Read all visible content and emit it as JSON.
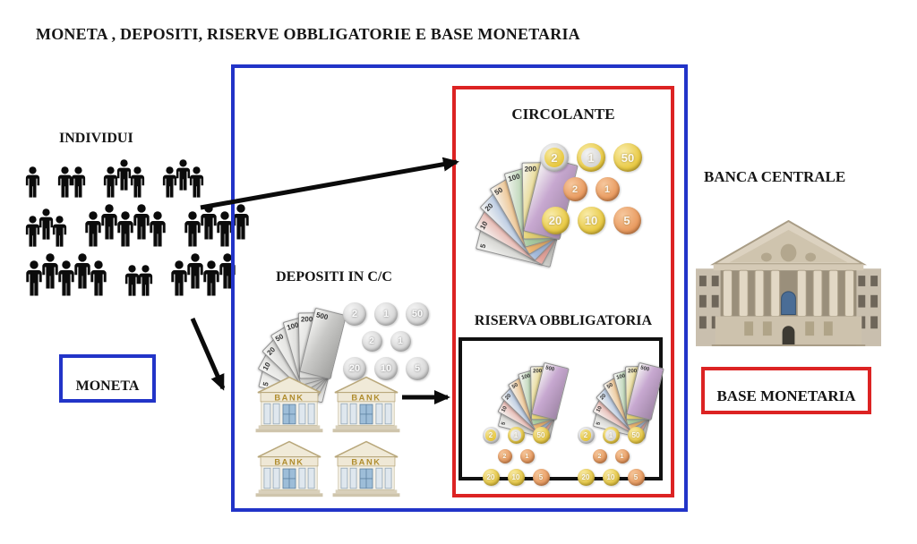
{
  "title": "MONETA , DEPOSITI, RISERVE OBBLIGATORIE E BASE MONETARIA",
  "labels": {
    "individui": "INDIVIDUI",
    "moneta": "MONETA",
    "depositi": "DEPOSITI IN C/C",
    "circolante": "CIRCOLANTE",
    "riserva": "RISERVA OBBLIGATORIA",
    "banca_centrale": "BANCA CENTRALE",
    "base_monetaria": "BASE MONETARIA",
    "bank_sign": "BANK"
  },
  "colors": {
    "blue_border": "#2234c8",
    "red_border": "#dc2323",
    "black_border": "#111111"
  },
  "people_rows": [
    [
      1,
      2,
      3,
      3
    ],
    [
      3,
      5,
      4
    ],
    [
      5,
      2,
      4
    ]
  ],
  "banknotes": {
    "color_notes": [
      {
        "value": "5",
        "color": "#c6c6c2"
      },
      {
        "value": "10",
        "color": "#e2a39b"
      },
      {
        "value": "20",
        "color": "#a3badb"
      },
      {
        "value": "50",
        "color": "#eab36e"
      },
      {
        "value": "100",
        "color": "#a8cba1"
      },
      {
        "value": "200",
        "color": "#e5d276"
      },
      {
        "value": "500",
        "color": "#c7a8d0"
      }
    ],
    "gray_notes": [
      {
        "value": "5",
        "color": "#e2e2e0"
      },
      {
        "value": "10",
        "color": "#d8d8d6"
      },
      {
        "value": "20",
        "color": "#cfcfcd"
      },
      {
        "value": "50",
        "color": "#dadad8"
      },
      {
        "value": "100",
        "color": "#d1d1cf"
      },
      {
        "value": "200",
        "color": "#dcdcda"
      },
      {
        "value": "500",
        "color": "#c9c9c7"
      }
    ]
  },
  "coins": {
    "color_rows": [
      [
        {
          "label": "2",
          "type": "bimetal-sg"
        },
        {
          "label": "1",
          "type": "bimetal-gs"
        },
        {
          "label": "50",
          "type": "gold"
        }
      ],
      [
        {
          "label": "2",
          "type": "copper"
        },
        {
          "label": "1",
          "type": "copper"
        }
      ],
      [
        {
          "label": "20",
          "type": "gold"
        },
        {
          "label": "10",
          "type": "gold"
        },
        {
          "label": "5",
          "type": "copper"
        }
      ]
    ],
    "gray_rows": [
      [
        {
          "label": "2",
          "type": "silver"
        },
        {
          "label": "1",
          "type": "silver"
        },
        {
          "label": "50",
          "type": "silver"
        }
      ],
      [
        {
          "label": "2",
          "type": "silver"
        },
        {
          "label": "1",
          "type": "silver"
        }
      ],
      [
        {
          "label": "20",
          "type": "silver"
        },
        {
          "label": "10",
          "type": "silver"
        },
        {
          "label": "5",
          "type": "silver"
        }
      ]
    ]
  }
}
